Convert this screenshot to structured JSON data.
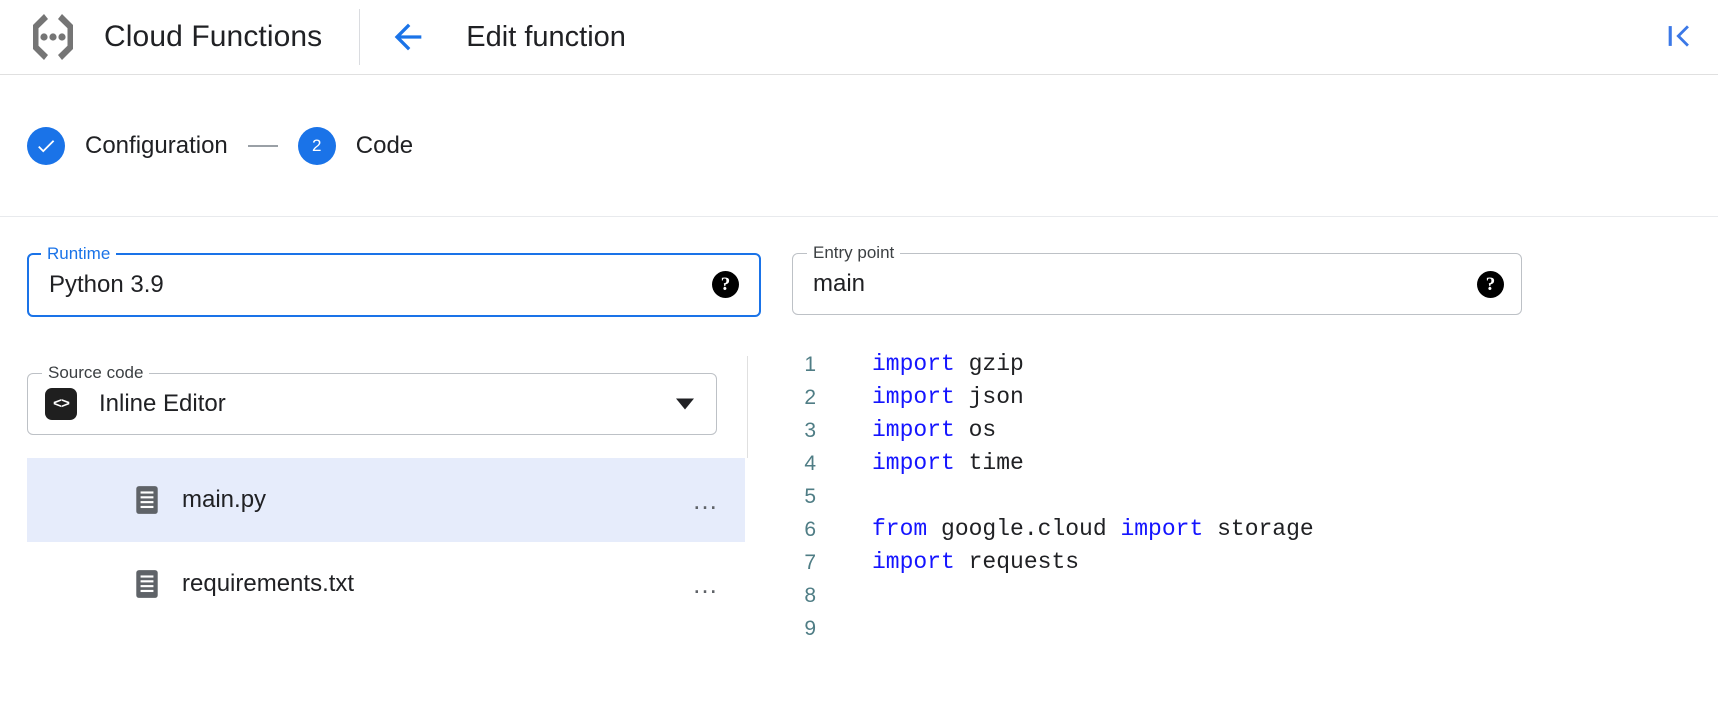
{
  "header": {
    "brand_title": "Cloud Functions",
    "brand_logo_icon": "cloud-functions-logo",
    "back_icon": "arrow-left-icon",
    "page_title": "Edit function",
    "collapse_icon": "collapse-panel-icon"
  },
  "stepper": {
    "steps": [
      {
        "marker": "✓",
        "label": "Configuration",
        "state": "completed"
      },
      {
        "marker": "2",
        "label": "Code",
        "state": "active"
      }
    ]
  },
  "form": {
    "runtime": {
      "label": "Runtime",
      "value": "Python 3.9",
      "focused": true,
      "help_glyph": "?",
      "caret_icon": "chevron-down-icon"
    },
    "entry_point": {
      "label": "Entry point",
      "value": "main",
      "placeholder": "main",
      "help_glyph": "?"
    },
    "source_code": {
      "label": "Source code",
      "value": "Inline Editor",
      "badge_glyph": "<>",
      "caret_icon": "chevron-down-icon"
    }
  },
  "files": {
    "add_button_icon": "plus-icon",
    "items": [
      {
        "name": "main.py",
        "icon": "file-document-icon",
        "selected": true,
        "more_glyph": "…"
      },
      {
        "name": "requirements.txt",
        "icon": "file-document-icon",
        "selected": false,
        "more_glyph": "…"
      }
    ]
  },
  "editor": {
    "language": "python",
    "lines": [
      {
        "no": "1",
        "tokens": [
          {
            "t": "import",
            "k": true
          },
          {
            "t": " gzip",
            "k": false
          }
        ]
      },
      {
        "no": "2",
        "tokens": [
          {
            "t": "import",
            "k": true
          },
          {
            "t": " json",
            "k": false
          }
        ]
      },
      {
        "no": "3",
        "tokens": [
          {
            "t": "import",
            "k": true
          },
          {
            "t": " os",
            "k": false
          }
        ]
      },
      {
        "no": "4",
        "tokens": [
          {
            "t": "import",
            "k": true
          },
          {
            "t": " time",
            "k": false
          }
        ]
      },
      {
        "no": "5",
        "tokens": []
      },
      {
        "no": "6",
        "tokens": [
          {
            "t": "from",
            "k": true
          },
          {
            "t": " google.cloud ",
            "k": false
          },
          {
            "t": "import",
            "k": true
          },
          {
            "t": " storage",
            "k": false
          }
        ]
      },
      {
        "no": "7",
        "tokens": [
          {
            "t": "import",
            "k": true
          },
          {
            "t": " requests",
            "k": false
          }
        ]
      },
      {
        "no": "8",
        "tokens": []
      },
      {
        "no": "9",
        "tokens": []
      }
    ]
  },
  "colors": {
    "accent_blue": "#1a73e8",
    "keyword_blue": "#1414ff",
    "line_number": "#4f7d85",
    "selected_row": "#e6ecfb",
    "border": "#bdc1c6"
  }
}
